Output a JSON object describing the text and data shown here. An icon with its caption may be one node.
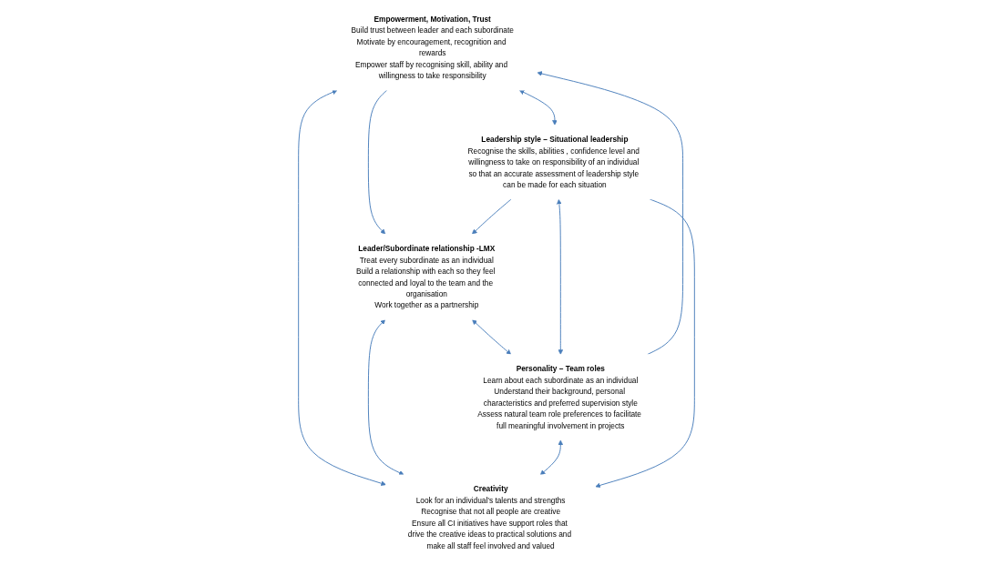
{
  "diagram": {
    "nodes": [
      {
        "text": [
          "Empowerment, Motivation, Trust",
          "Build trust between leader and each subordinate",
          "Motivate by encouragement, recognition and rewards",
          "Empower staff by recognising skill, ability and willingness to take responsibility"
        ]
      },
      {
        "text": [
          "Leader/Subordinate relationship -LMX",
          "Treat every subordinate as an individual",
          "Build a relationship with each so they feel connected and loyal to the team and the organisation",
          "Work together as a partnership"
        ]
      },
      {
        "text": [
          "Personality – Team roles",
          "Learn about each subordinate as an individual",
          "Understand their background, personal characteristics and preferred supervision style",
          "Assess natural team role preferences to facilitate full meaningful involvement in projects"
        ]
      },
      {
        "text": [
          "Leadership style – Situational leadership",
          "Recognise the skills, abilities , confidence level and willingness to take on responsibility of an individual so that an accurate assessment of leadership style can be made for each situation"
        ]
      },
      {
        "text": [
          "Creativity",
          "Look for an individual’s talents and strengths",
          "Recognise that not all people are creative",
          "Ensure all CI initiatives have support roles that drive the creative ideas to practical solutions and make all staff feel involved and valued"
        ]
      }
    ],
    "edges": [
      {
        "from": 2,
        "to": 0,
        "arrow": "to"
      },
      {
        "from": 0,
        "to": 1,
        "arrow": "to"
      },
      {
        "from": 1,
        "to": 2,
        "arrow": "both"
      },
      {
        "from": 0,
        "to": 3,
        "arrow": "both"
      },
      {
        "from": 0,
        "to": 4,
        "arrow": "both"
      },
      {
        "from": 1,
        "to": 4,
        "arrow": "both"
      },
      {
        "from": 3,
        "to": 1,
        "arrow": "to"
      },
      {
        "from": 3,
        "to": 2,
        "arrow": "both"
      },
      {
        "from": 2,
        "to": 4,
        "arrow": "both"
      },
      {
        "from": 3,
        "to": 4,
        "arrow": "to"
      }
    ]
  }
}
